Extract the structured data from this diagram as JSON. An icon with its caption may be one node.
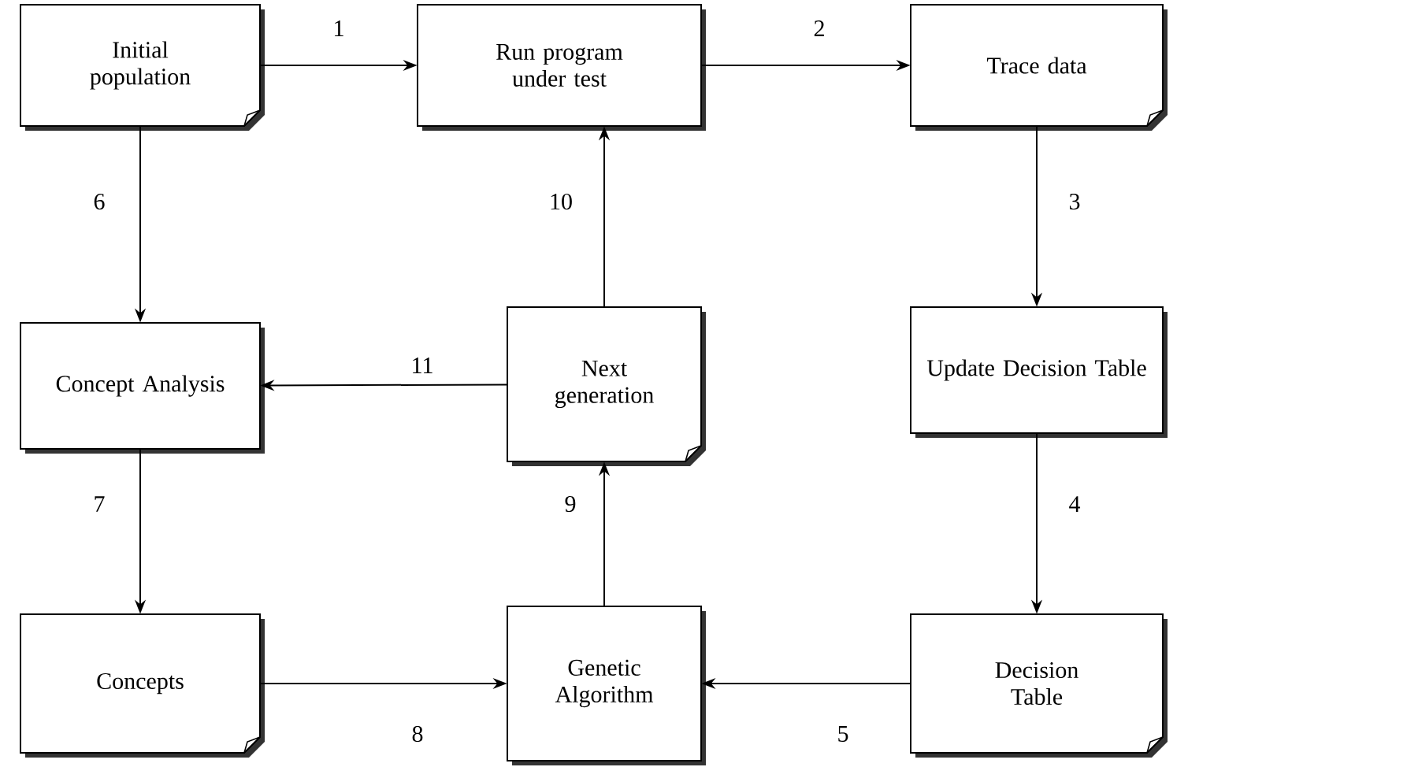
{
  "diagram": {
    "nodes": [
      {
        "text": [
          "Initial population"
        ]
      },
      {
        "text": [
          "Run program under test"
        ]
      },
      {
        "text": [
          "Trace data"
        ]
      },
      {
        "text": [
          "Update Decision Table"
        ]
      },
      {
        "text": [
          "Decision Table"
        ]
      },
      {
        "text": [
          "Genetic Algorithm"
        ]
      },
      {
        "text": [
          "Next generation"
        ]
      },
      {
        "text": [
          "Concept Analysis"
        ]
      },
      {
        "text": [
          "Concepts"
        ]
      }
    ],
    "edges": [
      {
        "from": 0,
        "to": 1,
        "arrow": "to",
        "label": "1"
      },
      {
        "from": 1,
        "to": 2,
        "arrow": "to",
        "label": "2"
      },
      {
        "from": 2,
        "to": 3,
        "arrow": "to",
        "label": "3"
      },
      {
        "from": 3,
        "to": 4,
        "arrow": "to",
        "label": "4"
      },
      {
        "from": 4,
        "to": 5,
        "arrow": "to",
        "label": "5"
      },
      {
        "from": 0,
        "to": 7,
        "arrow": "to",
        "label": "6"
      },
      {
        "from": 7,
        "to": 8,
        "arrow": "to",
        "label": "7"
      },
      {
        "from": 8,
        "to": 5,
        "arrow": "to",
        "label": "8"
      },
      {
        "from": 5,
        "to": 6,
        "arrow": "to",
        "label": "9"
      },
      {
        "from": 6,
        "to": 1,
        "arrow": "to",
        "label": "10"
      },
      {
        "from": 6,
        "to": 7,
        "arrow": "to",
        "label": "11"
      }
    ]
  }
}
